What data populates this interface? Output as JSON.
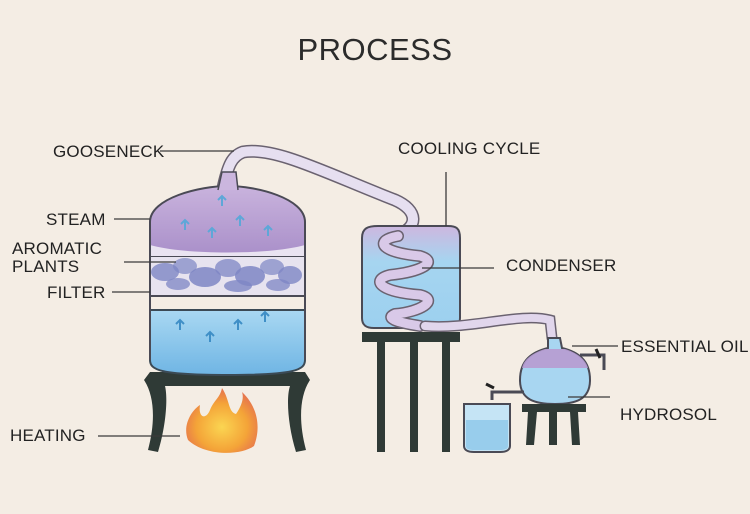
{
  "title": "PROCESS",
  "labels": {
    "gooseneck": "GOOSENECK",
    "steam": "STEAM",
    "aromatic_line1": "AROMATIC",
    "aromatic_line2": "PLANTS",
    "filter": "FILTER",
    "heating": "HEATING",
    "cooling_cycle": "COOLING CYCLE",
    "condenser": "CONDENSER",
    "essential_oil": "ESSENTIAL OIL",
    "hydrosol": "HYDROSOL"
  },
  "colors": {
    "background": "#f4ede4",
    "water": "#8cc6ea",
    "steam": "#b99ad0",
    "stand": "#2f3a36",
    "flame": "#f5b23a",
    "plants": "#7e86c4"
  }
}
